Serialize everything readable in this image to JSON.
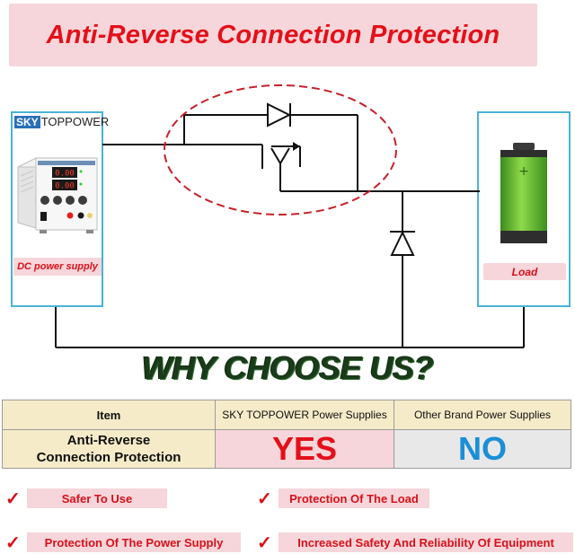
{
  "title": "Anti-Reverse Connection Protection",
  "power_supply": {
    "brand_sky": "SKY",
    "brand_rest": "TOPPOWER",
    "label": "DC power supply",
    "display_top": "0.00",
    "display_bottom": "0.00"
  },
  "load": {
    "label": "Load"
  },
  "why_heading": "WHY CHOOSE US?",
  "comparison": {
    "headers": [
      "Item",
      "SKY TOPPOWER Power Supplies",
      "Other Brand Power Supplies"
    ],
    "item_lines": [
      "Anti-Reverse",
      "Connection Protection"
    ],
    "ours": "YES",
    "others": "NO"
  },
  "features": [
    "Safer To Use",
    "Protection Of The Load",
    "Protection Of The Power Supply",
    "Increased Safety And Reliability Of Equipment"
  ],
  "check_glyph": "✓",
  "colors": {
    "accent_red": "#e3101a",
    "pink_bg": "#f6d6da",
    "panel_border": "#49b3d6",
    "no_blue": "#1a8fd6",
    "table_header_bg": "#f5ebc8",
    "battery_green": "#7cc242"
  }
}
